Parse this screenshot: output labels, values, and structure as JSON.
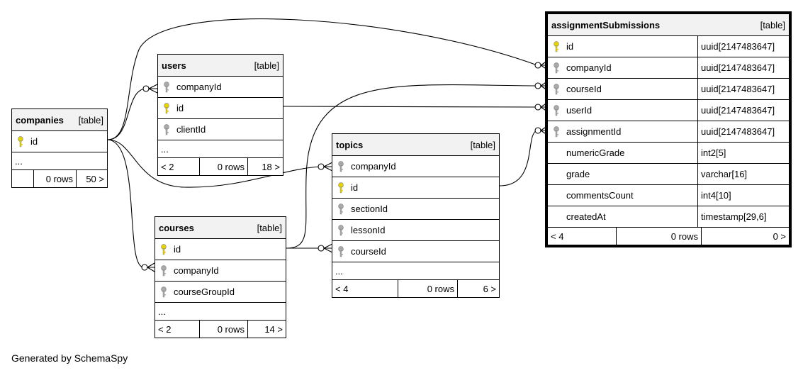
{
  "footer_text": "Generated by SchemaSpy",
  "colors": {
    "primary_key": "#e8d400",
    "foreign_key": "#aaaaaa",
    "header_bg": "#f2f2f2"
  },
  "tables": {
    "companies": {
      "name": "companies",
      "kind": "[table]",
      "columns": [
        {
          "name": "id",
          "key": "primary"
        }
      ],
      "ellipsis": "...",
      "footer": {
        "left": "",
        "mid": "0 rows",
        "right": "50 >"
      }
    },
    "users": {
      "name": "users",
      "kind": "[table]",
      "columns": [
        {
          "name": "companyId",
          "key": "foreign"
        },
        {
          "name": "id",
          "key": "primary"
        },
        {
          "name": "clientId",
          "key": "foreign"
        }
      ],
      "ellipsis": "...",
      "footer": {
        "left": "< 2",
        "mid": "0 rows",
        "right": "18 >"
      }
    },
    "courses": {
      "name": "courses",
      "kind": "[table]",
      "columns": [
        {
          "name": "id",
          "key": "primary"
        },
        {
          "name": "companyId",
          "key": "foreign"
        },
        {
          "name": "courseGroupId",
          "key": "foreign"
        }
      ],
      "ellipsis": "...",
      "footer": {
        "left": "< 2",
        "mid": "0 rows",
        "right": "14 >"
      }
    },
    "topics": {
      "name": "topics",
      "kind": "[table]",
      "columns": [
        {
          "name": "companyId",
          "key": "foreign"
        },
        {
          "name": "id",
          "key": "primary"
        },
        {
          "name": "sectionId",
          "key": "foreign"
        },
        {
          "name": "lessonId",
          "key": "foreign"
        },
        {
          "name": "courseId",
          "key": "foreign"
        }
      ],
      "ellipsis": "...",
      "footer": {
        "left": "< 4",
        "mid": "0 rows",
        "right": "6 >"
      }
    },
    "assignmentSubmissions": {
      "name": "assignmentSubmissions",
      "kind": "[table]",
      "columns": [
        {
          "name": "id",
          "type": "uuid[2147483647]",
          "key": "primary"
        },
        {
          "name": "companyId",
          "type": "uuid[2147483647]",
          "key": "foreign"
        },
        {
          "name": "courseId",
          "type": "uuid[2147483647]",
          "key": "foreign"
        },
        {
          "name": "userId",
          "type": "uuid[2147483647]",
          "key": "foreign"
        },
        {
          "name": "assignmentId",
          "type": "uuid[2147483647]",
          "key": "foreign"
        },
        {
          "name": "numericGrade",
          "type": "int2[5]",
          "key": "none"
        },
        {
          "name": "grade",
          "type": "varchar[16]",
          "key": "none"
        },
        {
          "name": "commentsCount",
          "type": "int4[10]",
          "key": "none"
        },
        {
          "name": "createdAt",
          "type": "timestamp[29,6]",
          "key": "none"
        }
      ],
      "footer": {
        "left": "< 4",
        "mid": "0 rows",
        "right": "0 >"
      }
    }
  }
}
